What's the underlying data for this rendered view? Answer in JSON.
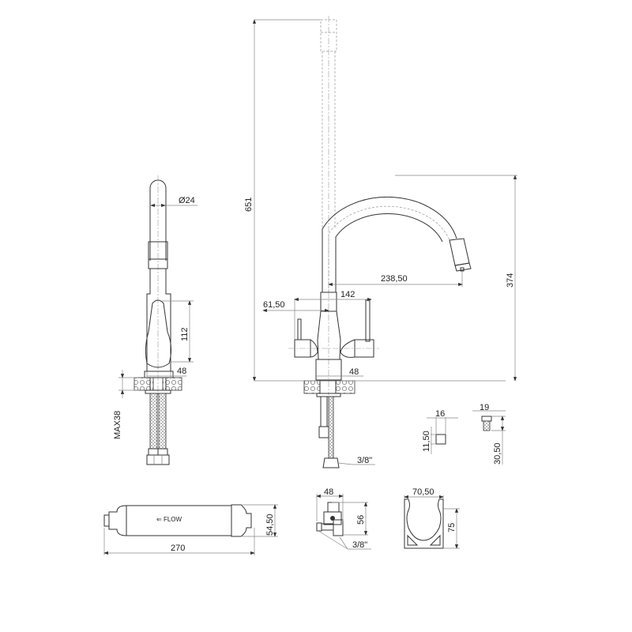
{
  "drawing": {
    "type": "technical drawing",
    "subject": "kitchen faucet with pull-out spout and filter cartridge",
    "side_view": {
      "diameter_label": "Ø24",
      "handle_height": "112",
      "base_width": "48",
      "max_countertop": "MAX38"
    },
    "front_view": {
      "total_height": "651",
      "spout_height": "374",
      "spout_reach": "238,50",
      "handle_span": "142",
      "left_handle_offset": "61,50",
      "base_width": "48",
      "connection": "3/8\""
    },
    "fittings": {
      "fitting_a_width": "16",
      "fitting_a_height": "11,50",
      "fitting_b_width": "19",
      "fitting_b_height": "30,50"
    },
    "filter": {
      "length": "270",
      "diameter": "54,50",
      "flow_label": "FLOW"
    },
    "valve": {
      "width": "48",
      "height": "56",
      "connection": "3/8\""
    },
    "clip": {
      "width": "70,50",
      "height": "75"
    }
  }
}
